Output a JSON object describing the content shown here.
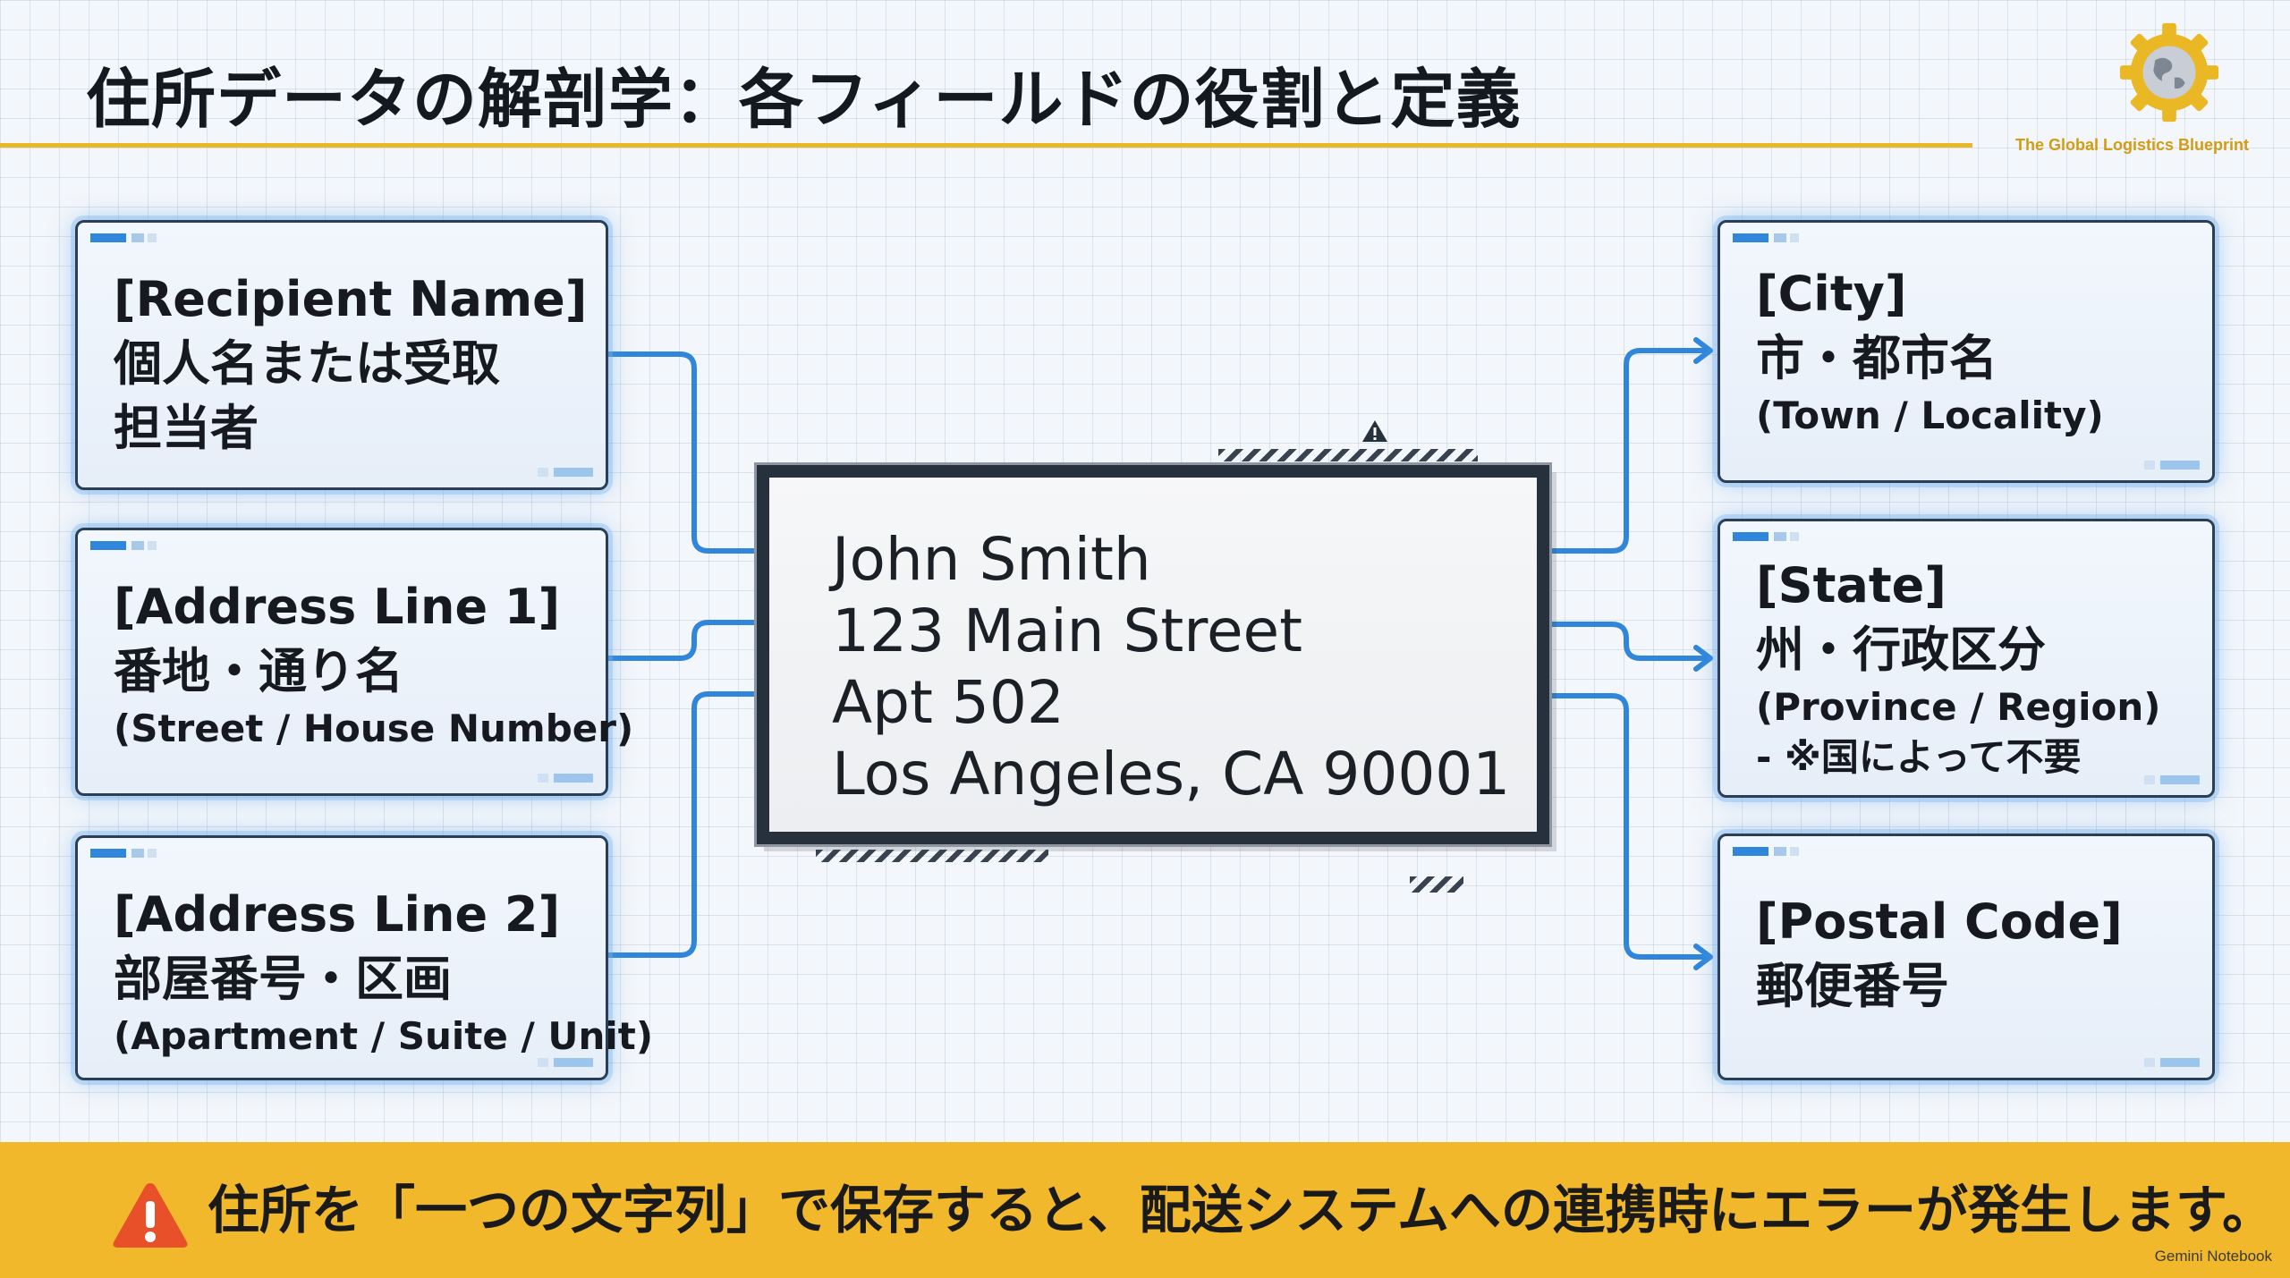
{
  "header": {
    "title": "住所データの解剖学：各フィールドの役割と定義",
    "brand": "The Global Logistics Blueprint"
  },
  "fields_left": [
    {
      "tag": "[Recipient Name]",
      "jp": "個人名または受取担当者",
      "en": ""
    },
    {
      "tag": "[Address Line 1]",
      "jp": "番地・通り名",
      "en": "(Street / House Number)"
    },
    {
      "tag": "[Address Line 2]",
      "jp": "部屋番号・区画",
      "en": "(Apartment / Suite / Unit)"
    }
  ],
  "fields_right": [
    {
      "tag": "[City]",
      "jp": "市・都市名",
      "en": "(Town / Locality)",
      "note": ""
    },
    {
      "tag": "[State]",
      "jp": "州・行政区分",
      "en": "(Province / Region)",
      "note": "- ※国によって不要"
    },
    {
      "tag": "[Postal Code]",
      "jp": "郵便番号",
      "en": "",
      "note": ""
    }
  ],
  "address_label": {
    "lines": [
      "John Smith",
      "123 Main Street",
      "Apt 502",
      "Los Angeles, CA 90001"
    ]
  },
  "banner": {
    "text": "住所を「一つの文字列」で保存すると、配送システムへの連携時にエラーが発生します。"
  },
  "watermark": "Gemini Notebook",
  "colors": {
    "accent": "#e9b824",
    "banner": "#f0b82a",
    "connector": "#2f86da",
    "warning": "#e8502a"
  },
  "icons": [
    "gear-globe-icon",
    "warning-icon"
  ]
}
